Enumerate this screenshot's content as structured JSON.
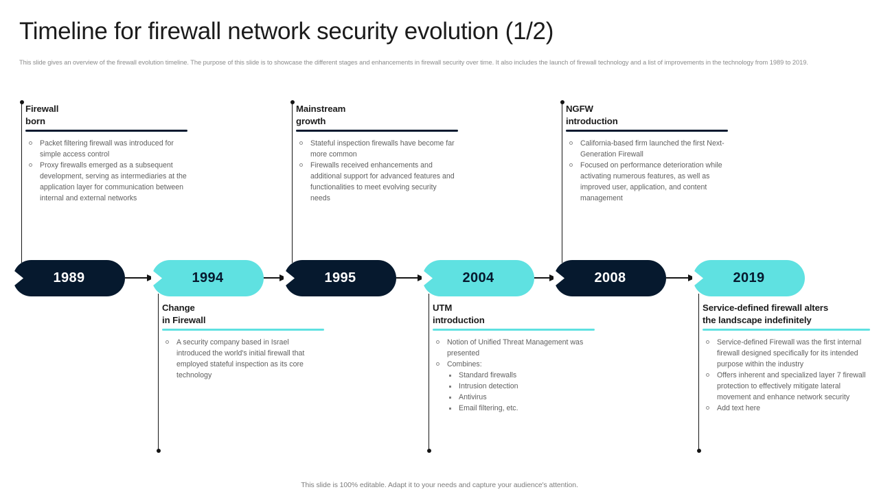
{
  "header": {
    "title": "Timeline for firewall network security evolution (1/2)",
    "subtitle": "This slide gives an overview of the firewall evolution timeline. The purpose of this slide is to showcase the different stages and enhancements in firewall security over time. It also includes the launch of firewall technology and a list of improvements in the technology from 1989 to 2019."
  },
  "colors": {
    "navy": "#06192e",
    "cyan": "#5fe1e1",
    "title": "#1b1b1b",
    "body": "#5f5f5f",
    "subtitle": "#8b8b8b",
    "line": "#141414"
  },
  "milestones": [
    {
      "year": "1989",
      "pill_style": "navy",
      "position": "top",
      "card_title": "Firewall\nborn",
      "rule_style": "navy",
      "bullets": [
        {
          "text": "Packet filtering firewall was introduced for simple access control"
        },
        {
          "text": "Proxy firewalls emerged as a subsequent development, serving as intermediaries at the application layer for communication between internal and external networks"
        }
      ]
    },
    {
      "year": "1994",
      "pill_style": "cyan",
      "position": "bottom",
      "card_title": "Change\nin Firewall",
      "rule_style": "cyan",
      "bullets": [
        {
          "text": "A security company based in Israel introduced the world's initial firewall that employed stateful inspection as its core technology"
        }
      ]
    },
    {
      "year": "1995",
      "pill_style": "navy",
      "position": "top",
      "card_title": "Mainstream\ngrowth",
      "rule_style": "navy",
      "bullets": [
        {
          "text": "Stateful inspection firewalls have become far more common"
        },
        {
          "text": "Firewalls received enhancements and additional support for advanced features and functionalities to meet evolving security needs"
        }
      ]
    },
    {
      "year": "2004",
      "pill_style": "cyan",
      "position": "bottom",
      "card_title": "UTM\nintroduction",
      "rule_style": "cyan",
      "bullets": [
        {
          "text": "Notion of Unified Threat Management was presented"
        },
        {
          "text": "Combines:",
          "sub": [
            "Standard firewalls",
            "Intrusion detection",
            "Antivirus",
            "Email filtering, etc."
          ]
        }
      ]
    },
    {
      "year": "2008",
      "pill_style": "navy",
      "position": "top",
      "card_title": "NGFW\nintroduction",
      "rule_style": "navy",
      "bullets": [
        {
          "text": "California-based firm launched the first Next-Generation Firewall"
        },
        {
          "text": "Focused on performance deterioration while activating numerous features, as well as improved user, application, and content management"
        }
      ]
    },
    {
      "year": "2019",
      "pill_style": "cyan",
      "position": "bottom",
      "card_title": "Service-defined firewall alters\nthe landscape indefinitely",
      "rule_style": "cyan",
      "bullets": [
        {
          "text": "Service-defined Firewall was the first internal firewall designed specifically for its intended purpose within the industry"
        },
        {
          "text": "Offers inherent and specialized layer 7 firewall protection to effectively mitigate lateral movement and enhance network security"
        },
        {
          "text": "Add text here"
        }
      ]
    }
  ],
  "footer": {
    "note": "This slide is 100% editable. Adapt it to your needs and capture your audience's attention."
  }
}
